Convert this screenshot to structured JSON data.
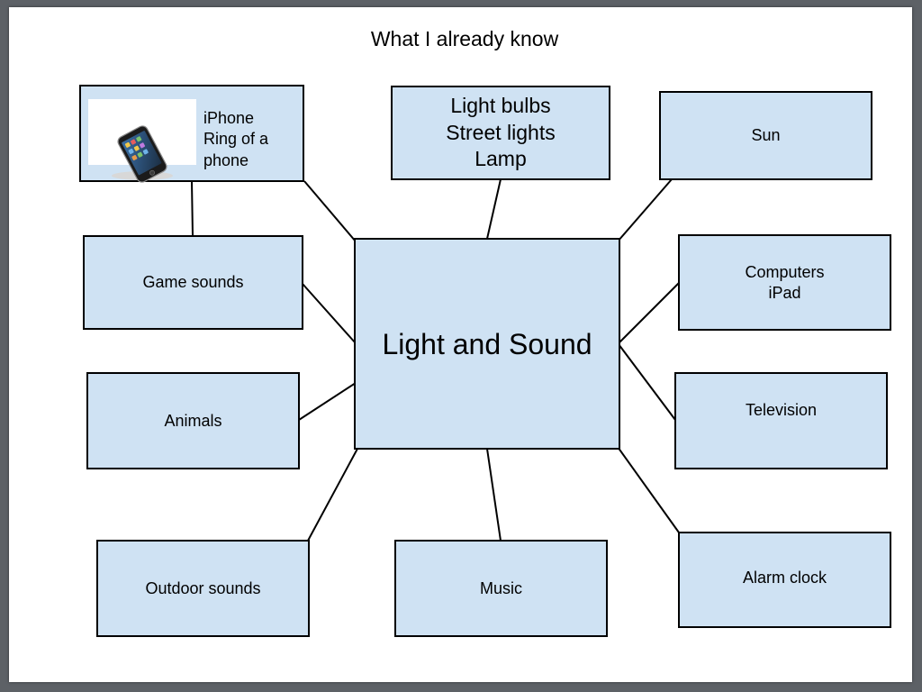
{
  "title": "What I already know",
  "center": "Light and Sound",
  "nodes": {
    "phone": "iPhone\nRing of a\nphone",
    "lights": "Light bulbs\nStreet lights\nLamp",
    "sun": "Sun",
    "game_sounds": "Game sounds",
    "computers": "Computers\niPad",
    "animals": "Animals",
    "television": "Television",
    "outdoor_sounds": "Outdoor sounds",
    "music": "Music",
    "alarm_clock": "Alarm clock"
  },
  "colors": {
    "box_fill": "#cfe2f3",
    "border": "#000000",
    "frame": "#5d6166"
  },
  "icons": {
    "phone_picture": "smartphone-icon"
  }
}
